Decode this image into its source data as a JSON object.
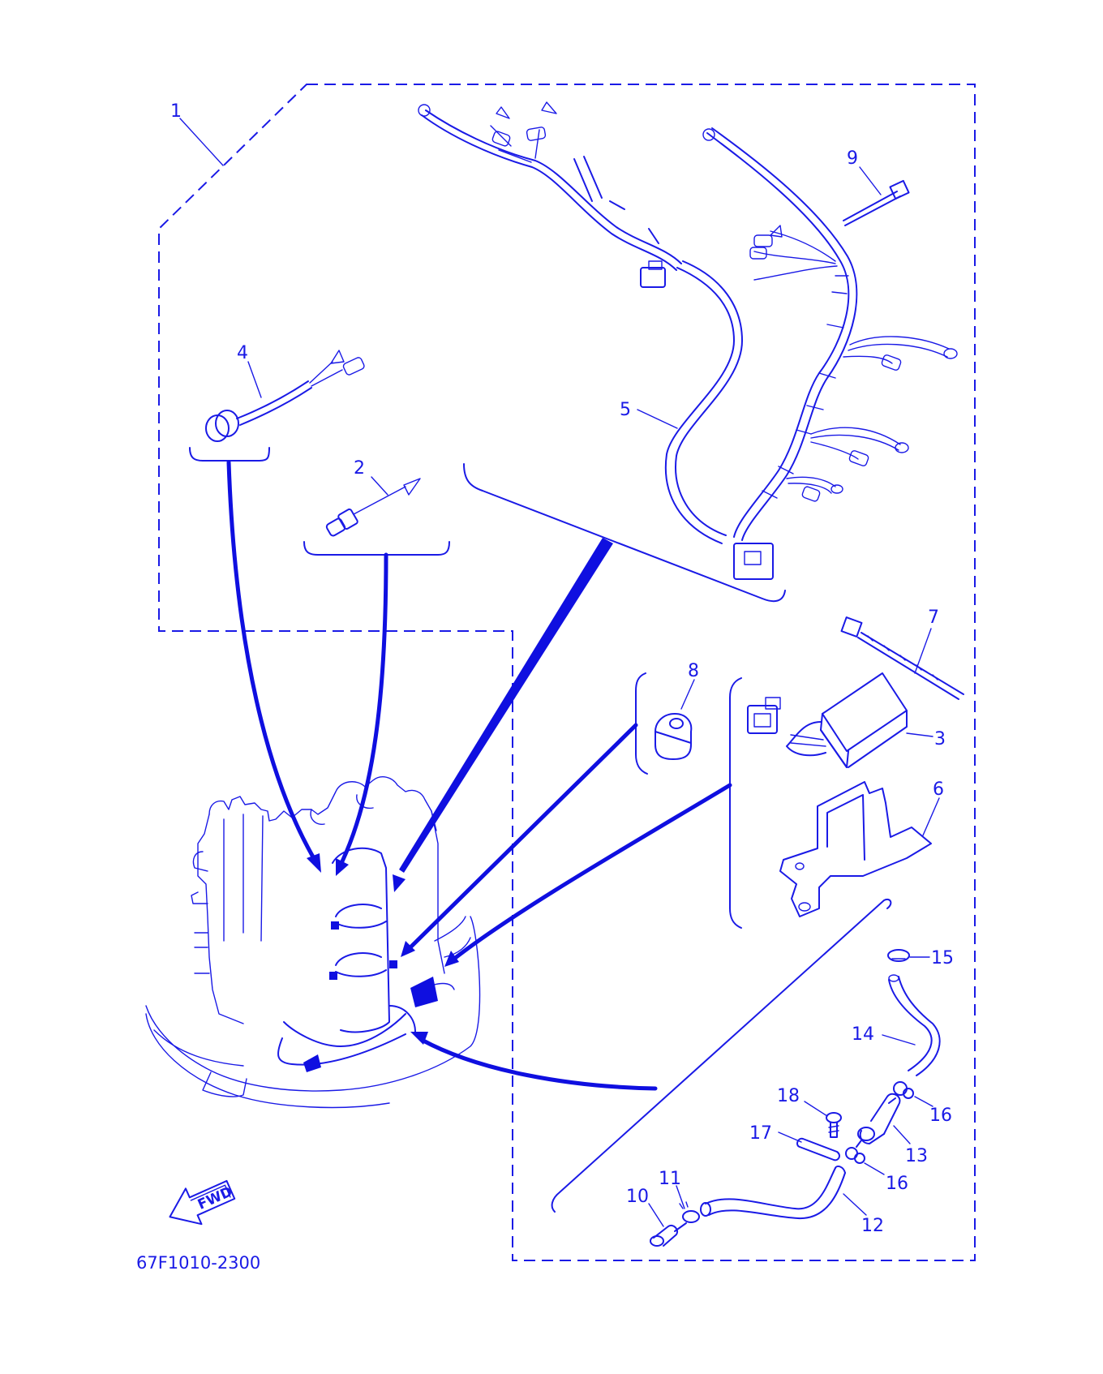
{
  "colors": {
    "ink": "#1a1ae6",
    "ink_strong": "#0f0fe0",
    "background": "#ffffff"
  },
  "labels": {
    "p1": "1",
    "p2": "2",
    "p3": "3",
    "p4": "4",
    "p5": "5",
    "p6": "6",
    "p7": "7",
    "p8": "8",
    "p9": "9",
    "p10": "10",
    "p11": "11",
    "p12": "12",
    "p13": "13",
    "p14": "14",
    "p15": "15",
    "p16a": "16",
    "p16b": "16",
    "p17": "17",
    "p18": "18"
  },
  "fwd": "FWD",
  "drawing_code": "67F1010-2300"
}
